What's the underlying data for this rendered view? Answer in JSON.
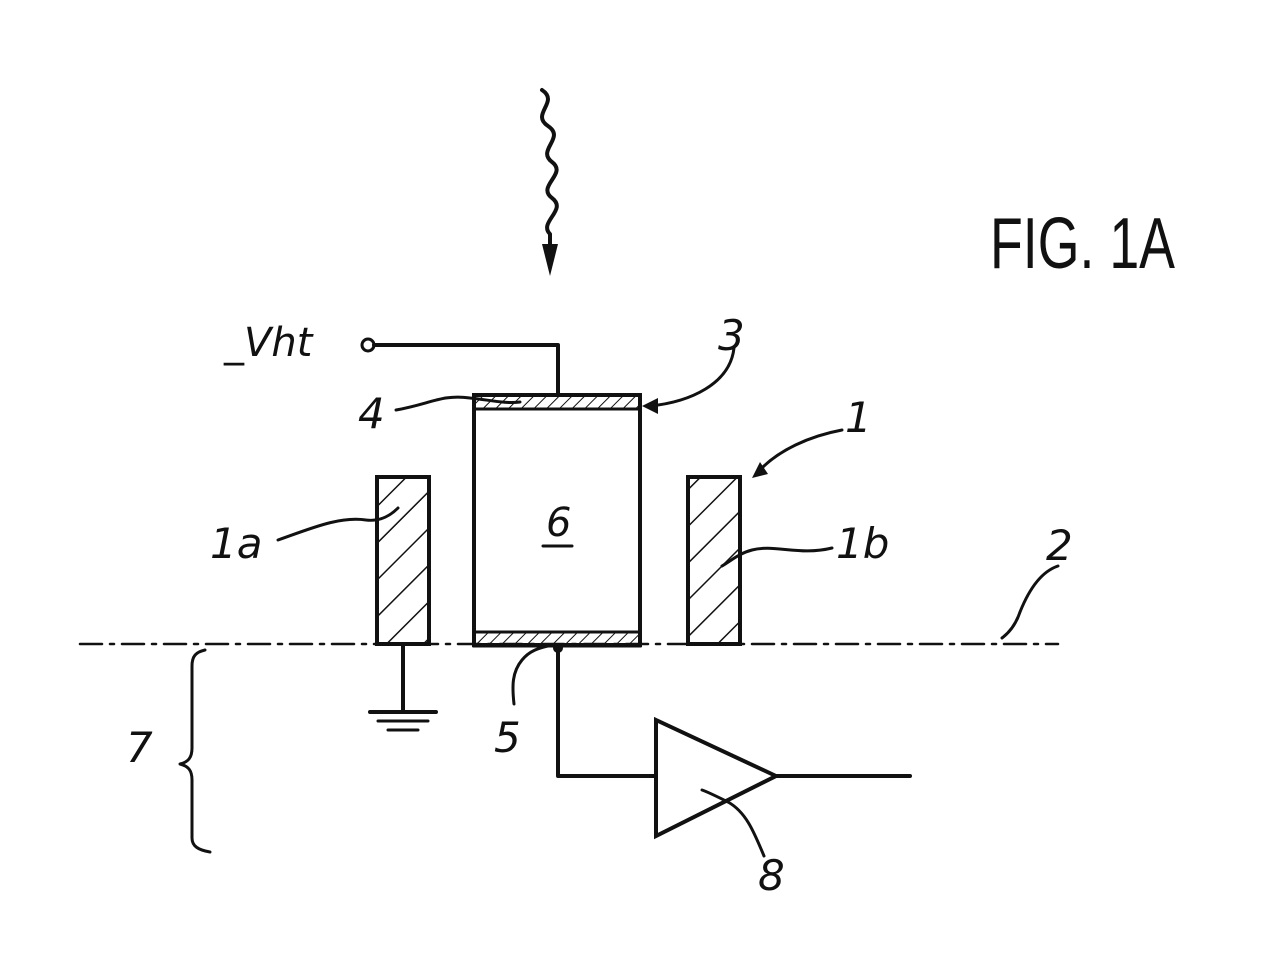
{
  "figure": {
    "title": "FIG. 1A",
    "supply_label": "_Vht",
    "labels": {
      "ref_1": "1",
      "ref_1a": "1a",
      "ref_1b": "1b",
      "ref_2": "2",
      "ref_3": "3",
      "ref_4": "4",
      "ref_5": "5",
      "ref_6": "6",
      "ref_7": "7",
      "ref_8": "8"
    }
  }
}
